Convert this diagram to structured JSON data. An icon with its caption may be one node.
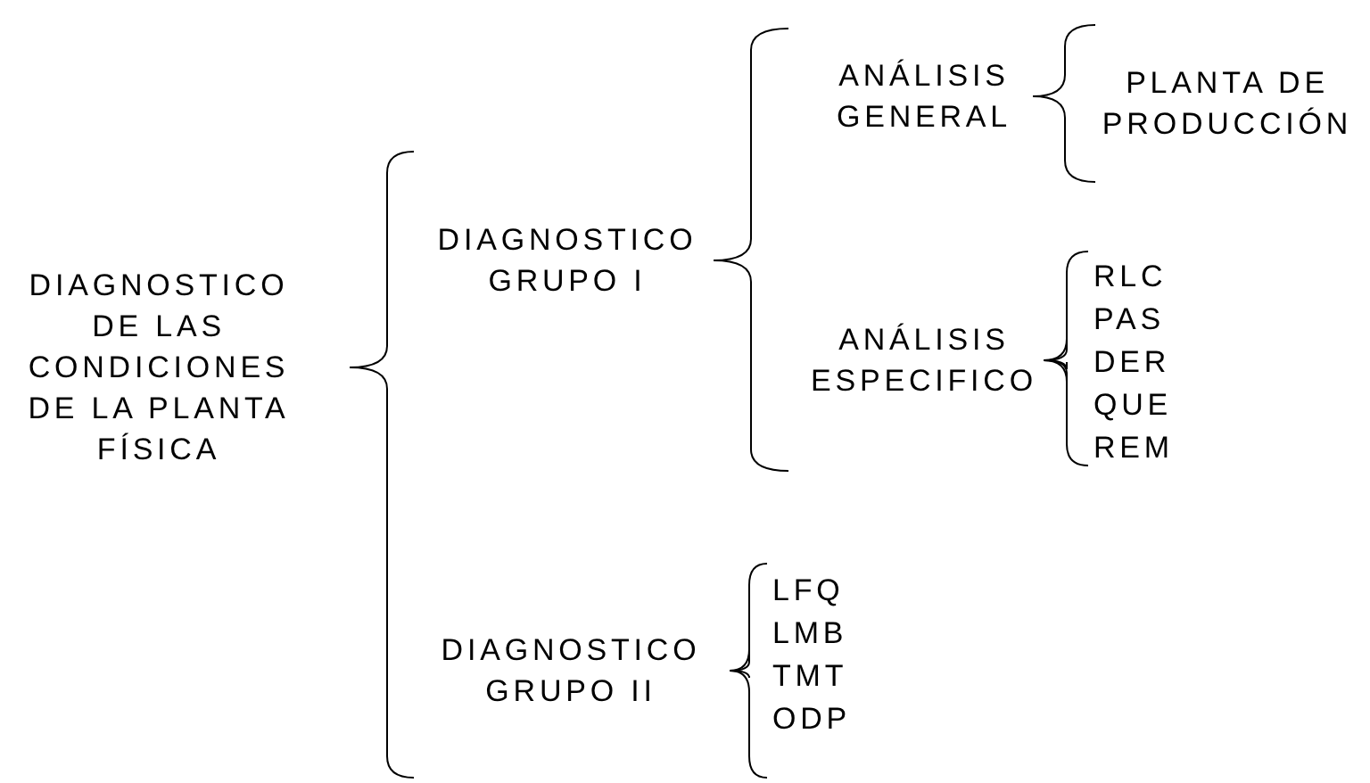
{
  "diagram": {
    "nodes": [
      {
        "text": [
          "DIAGNOSTICO DE LAS CONDICIONES DE LA PLANTA FÍSICA"
        ]
      },
      {
        "text": [
          "DIAGNOSTICO GRUPO I"
        ]
      },
      {
        "text": [
          "ANÁLISIS GENERAL"
        ]
      },
      {
        "text": [
          "PLANTA DE PRODUCCIÓN"
        ]
      },
      {
        "text": [
          "ANÁLISIS ESPECIFICO"
        ]
      },
      {
        "text": [
          "RLC"
        ]
      },
      {
        "text": [
          "PAS"
        ]
      },
      {
        "text": [
          "DER"
        ]
      },
      {
        "text": [
          "QUE"
        ]
      },
      {
        "text": [
          "REM"
        ]
      },
      {
        "text": [
          "DIAGNOSTICO GRUPO II"
        ]
      },
      {
        "text": [
          "LFQ"
        ]
      },
      {
        "text": [
          "LMB"
        ]
      },
      {
        "text": [
          "TMT"
        ]
      },
      {
        "text": [
          "ODP"
        ]
      }
    ],
    "edges": [
      {
        "from": 0,
        "to": 1,
        "arrow": "none"
      },
      {
        "from": 0,
        "to": 10,
        "arrow": "none"
      },
      {
        "from": 1,
        "to": 2,
        "arrow": "none"
      },
      {
        "from": 1,
        "to": 4,
        "arrow": "none"
      },
      {
        "from": 2,
        "to": 3,
        "arrow": "none"
      },
      {
        "from": 4,
        "to": 5,
        "arrow": "none"
      },
      {
        "from": 4,
        "to": 6,
        "arrow": "none"
      },
      {
        "from": 4,
        "to": 7,
        "arrow": "none"
      },
      {
        "from": 4,
        "to": 8,
        "arrow": "none"
      },
      {
        "from": 4,
        "to": 9,
        "arrow": "none"
      },
      {
        "from": 10,
        "to": 11,
        "arrow": "none"
      },
      {
        "from": 10,
        "to": 12,
        "arrow": "none"
      },
      {
        "from": 10,
        "to": 13,
        "arrow": "none"
      },
      {
        "from": 10,
        "to": 14,
        "arrow": "none"
      }
    ]
  }
}
